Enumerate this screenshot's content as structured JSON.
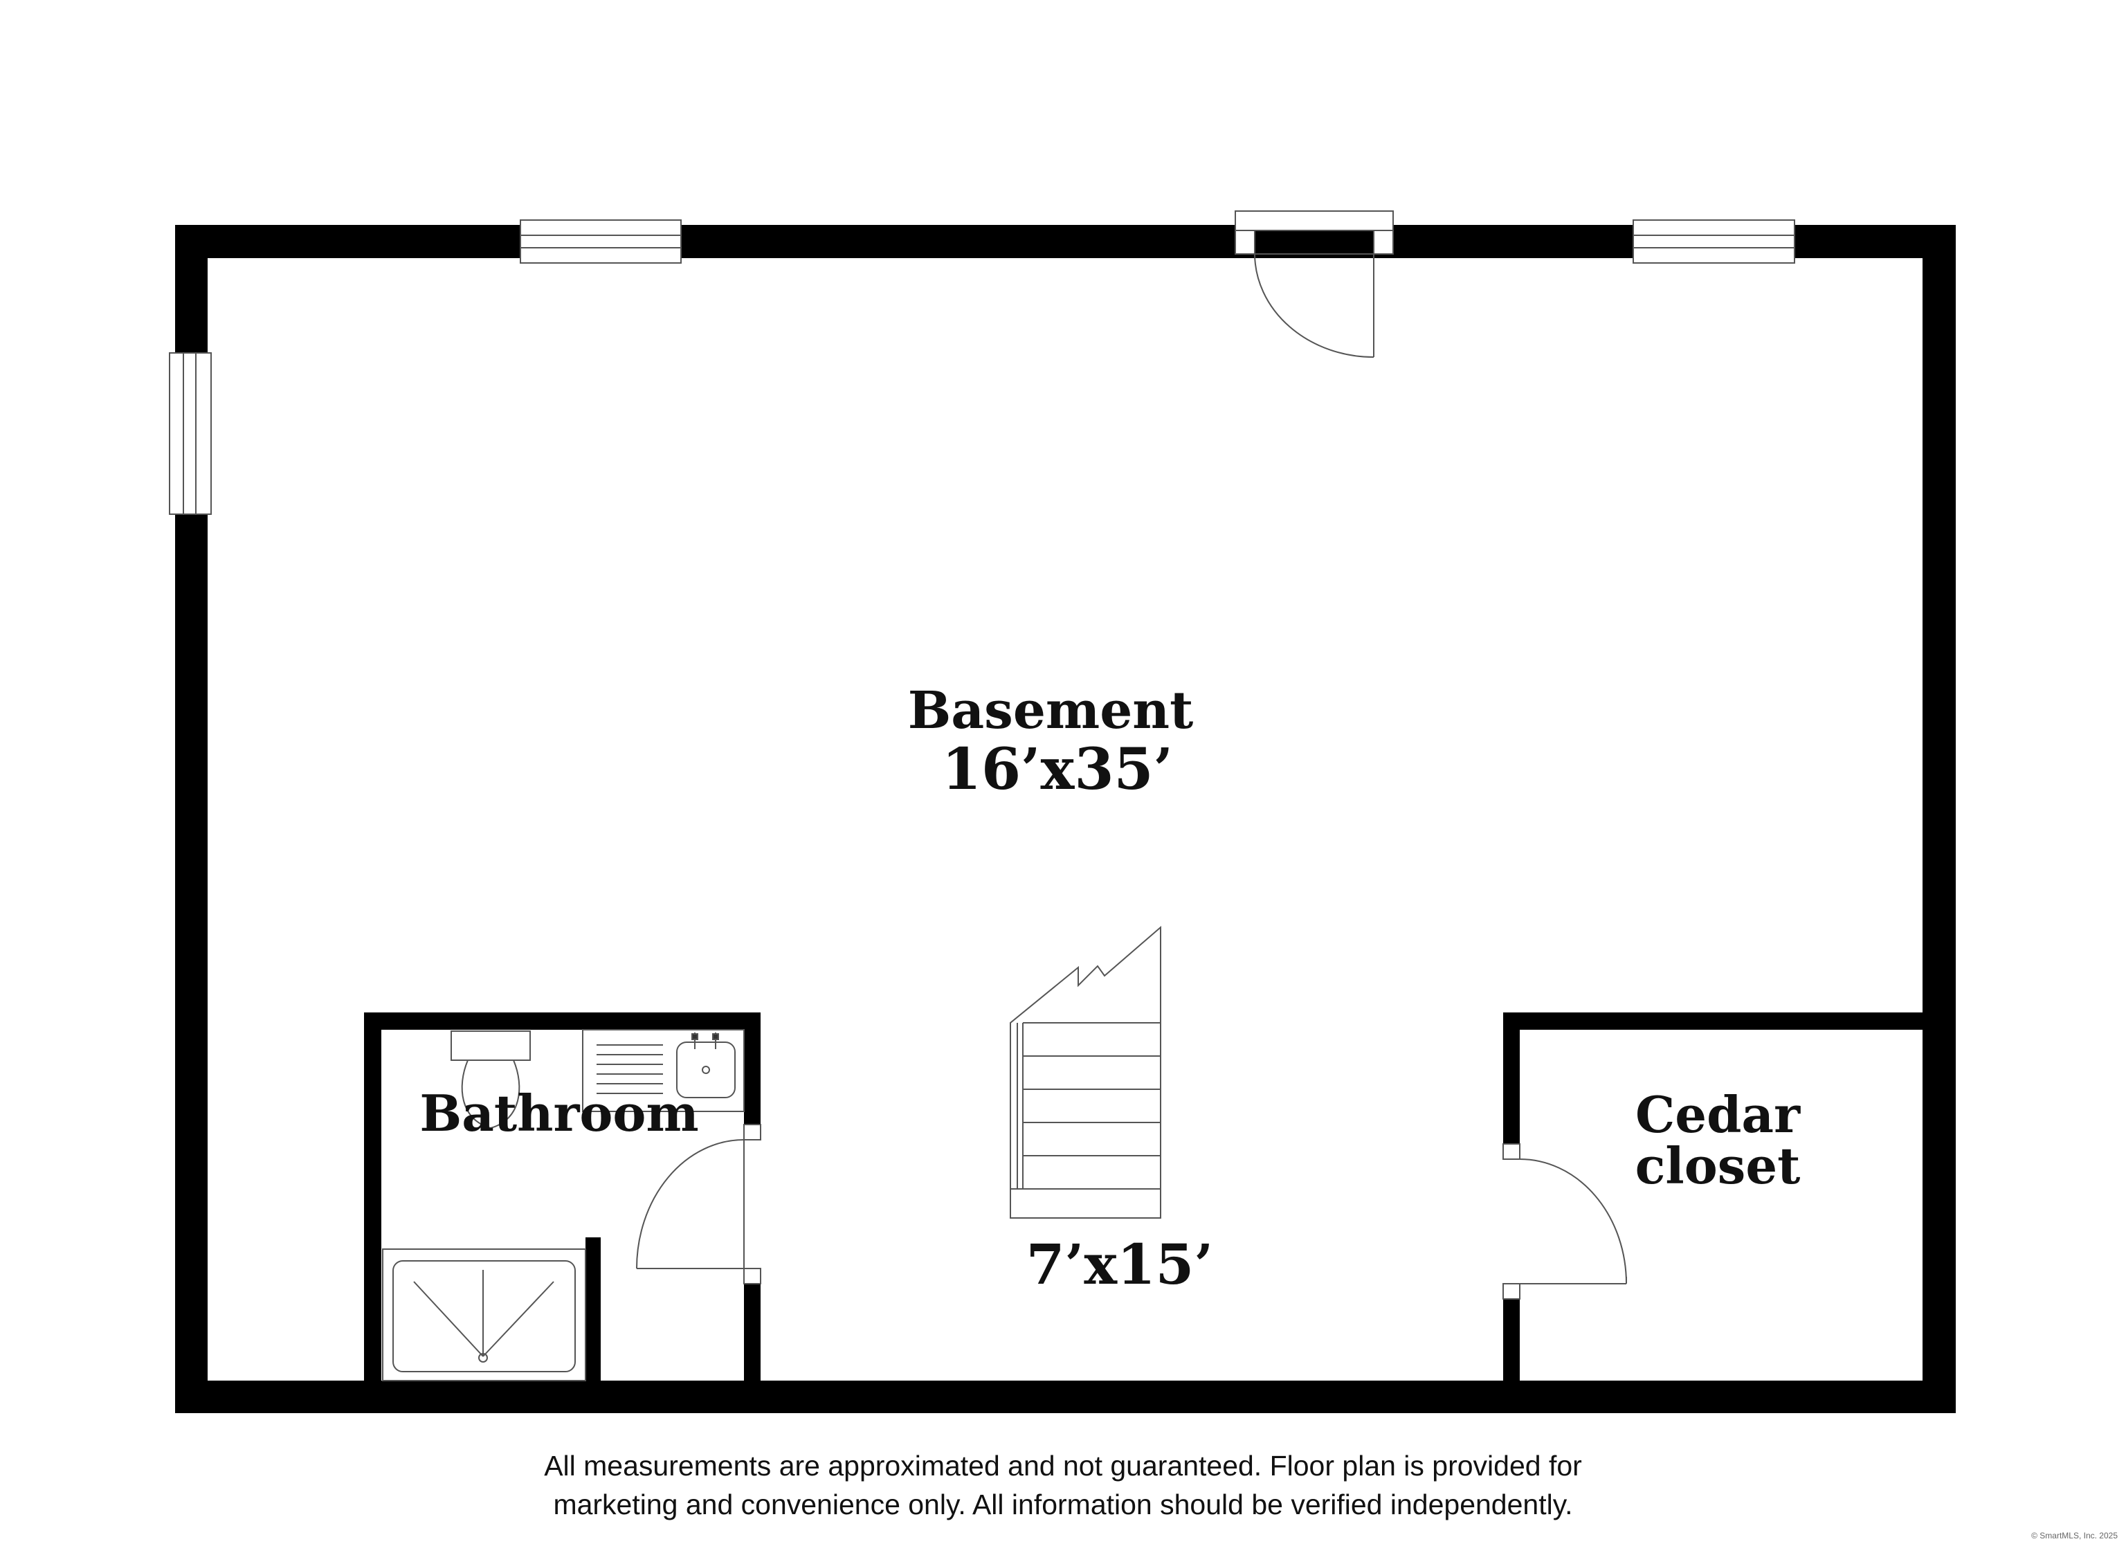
{
  "plan": {
    "rooms": [
      {
        "id": "basement",
        "name": "Basement",
        "dimensions": "16’x35’"
      },
      {
        "id": "bathroom",
        "name": "Bathroom"
      },
      {
        "id": "cedar-closet",
        "name_line1": "Cedar",
        "name_line2": "closet"
      }
    ],
    "extra_dimension": "7’x15’"
  },
  "disclaimer": {
    "line1": "All measurements are approximated and not guaranteed. Floor plan is provided for",
    "line2": "marketing and convenience only. All information should be verified independently."
  },
  "copyright": "© SmartMLS, Inc. 2025",
  "colors": {
    "wall": "#000000",
    "fixture_line": "#555555",
    "background": "#ffffff"
  }
}
